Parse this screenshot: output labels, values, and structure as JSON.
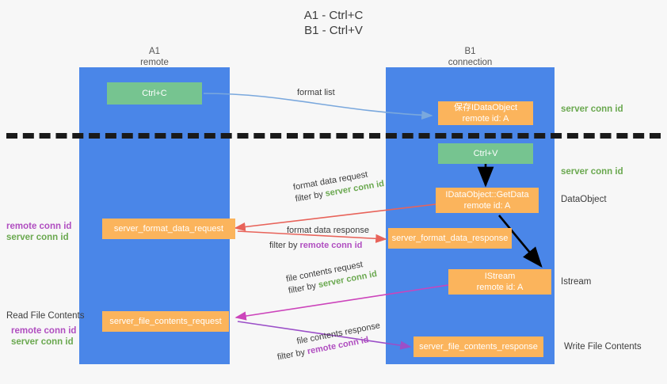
{
  "title": {
    "line1": "A1 - Ctrl+C",
    "line2": "B1 - Ctrl+V"
  },
  "lanes": [
    {
      "id": "a1",
      "name": "A1",
      "role": "remote"
    },
    {
      "id": "b1",
      "name": "B1",
      "role": "connection"
    }
  ],
  "nodes": {
    "ctrl_c": {
      "label": "Ctrl+C",
      "color": "#76c490"
    },
    "save_idataobject": {
      "line1": "保存IDataObject",
      "line2": "remote id: A",
      "color": "#fbb45c"
    },
    "ctrl_v": {
      "label": "Ctrl+V",
      "color": "#76c490"
    },
    "getdata": {
      "line1": "IDataObject::GetData",
      "line2": "remote id: A",
      "color": "#fbb45c"
    },
    "istream": {
      "line1": "IStream",
      "line2": "remote id: A",
      "color": "#fbb45c"
    },
    "server_format_data_request": {
      "label": "server_format_data_request",
      "color": "#fbb45c"
    },
    "server_format_data_response": {
      "label": "server_format_data_response",
      "color": "#fbb45c"
    },
    "server_file_contents_request": {
      "label": "server_file_contents_request",
      "color": "#fbb45c"
    },
    "server_file_contents_response": {
      "label": "server_file_contents_response",
      "color": "#fbb45c"
    }
  },
  "edges": {
    "format_list": {
      "label": "format list"
    },
    "format_data_request": {
      "label": "format data request",
      "filter_prefix": "filter by ",
      "filter_key": "server conn id"
    },
    "format_data_response": {
      "label": "format data response",
      "filter_prefix": "filter by ",
      "filter_key": "remote conn id"
    },
    "file_contents_request": {
      "label": "file contents request",
      "filter_prefix": "filter by ",
      "filter_key": "server conn id"
    },
    "file_contents_response": {
      "label": "file contents response",
      "filter_prefix": "filter by ",
      "filter_key": "remote conn id"
    }
  },
  "annotations": {
    "server_conn_id_top": "server conn id",
    "server_conn_id_mid": "server conn id",
    "dataobject": "DataObject",
    "istream": "Istream",
    "write_file_contents": "Write File Contents",
    "read_file_contents": "Read File Contents",
    "left_mid_remote": "remote conn id",
    "left_mid_server": "server conn id",
    "left_bottom_remote": "remote conn id",
    "left_bottom_server": "server conn id"
  },
  "colors": {
    "lane": "#4a86e8",
    "green_box": "#76c490",
    "orange_box": "#fbb45c",
    "server_conn": "#6aa84f",
    "remote_conn": "#b04ec0",
    "arrow_blue": "#7aa8dd",
    "arrow_red": "#e8635a",
    "arrow_magenta": "#cc44bb",
    "arrow_purple": "#9b4fc8",
    "arrow_black": "#000000",
    "divider": "#1a1a1a",
    "background": "#f7f7f7"
  }
}
